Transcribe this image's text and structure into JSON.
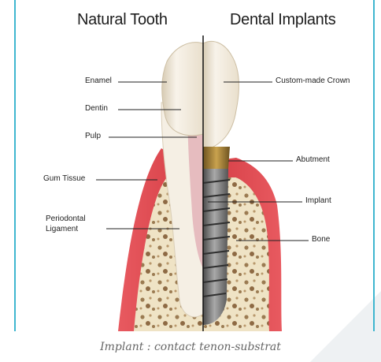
{
  "titles": {
    "left": "Natural Tooth",
    "right": "Dental Implants"
  },
  "labels": {
    "enamel": "Enamel",
    "dentin": "Dentin",
    "pulp": "Pulp",
    "gum_tissue": "Gum Tissue",
    "periodontal_line1": "Periodontal",
    "periodontal_line2": "Ligament",
    "crown": "Custom-made Crown",
    "abutment": "Abutment",
    "implant": "Implant",
    "bone": "Bone"
  },
  "caption": "Implant : contact tenon-substrat",
  "colors": {
    "frame": "#3fb6cf",
    "gum": "#d8464c",
    "bone": "#efe3c5",
    "crown": "#f1ebe0",
    "pulp": "#e6bcbf",
    "abutment": "#9a7a35",
    "implant_metal": "#6f6f6f"
  }
}
